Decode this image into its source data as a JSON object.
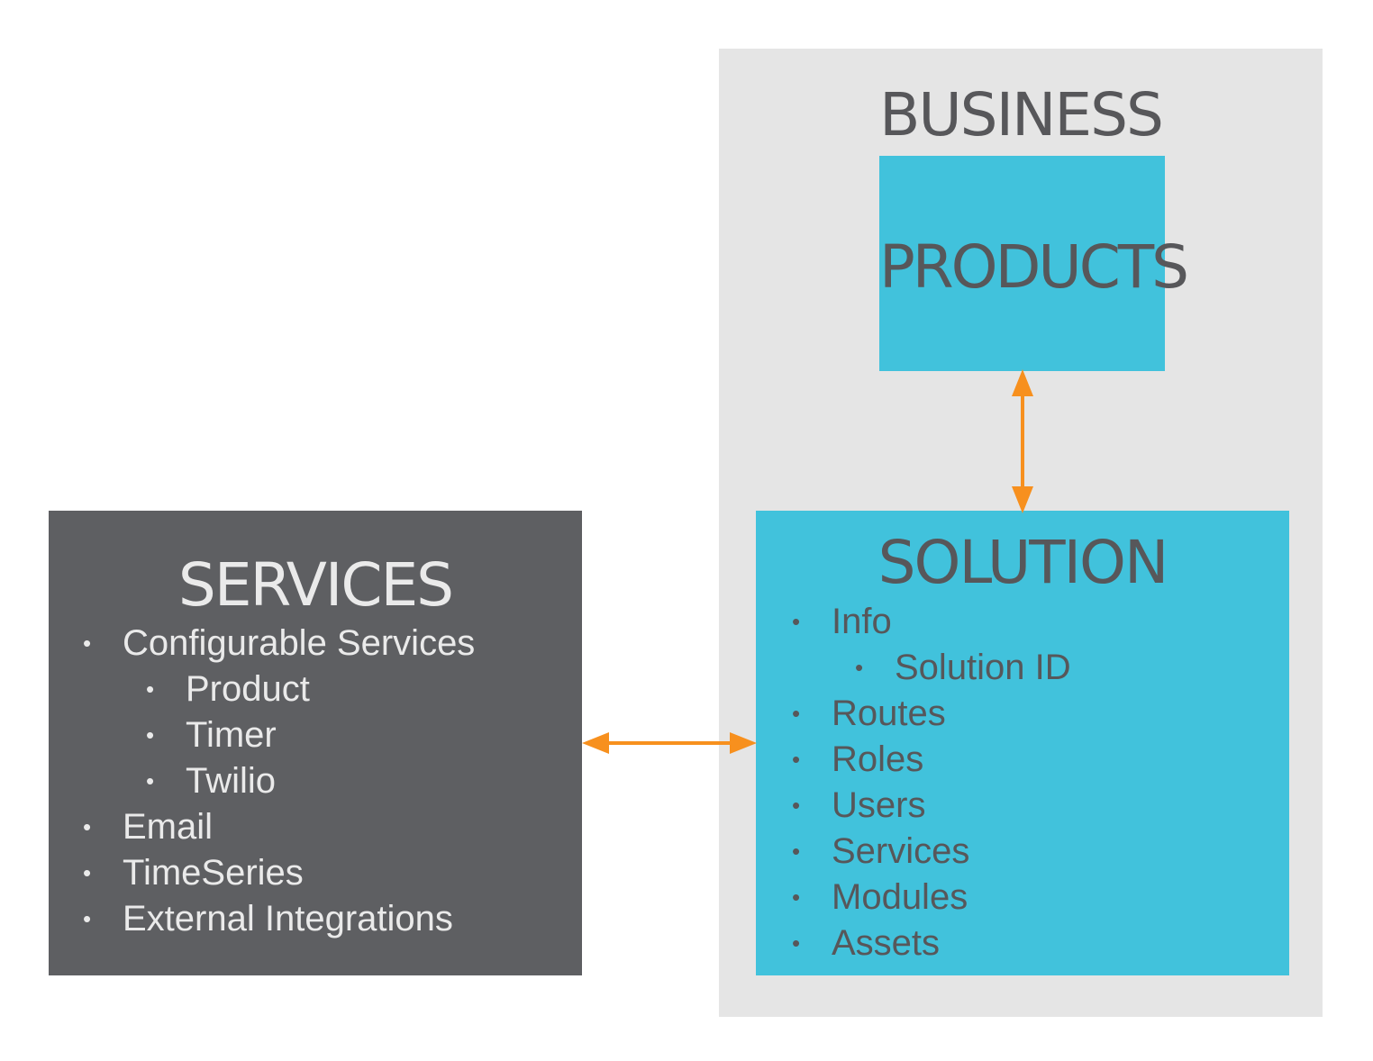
{
  "business": {
    "title": "BUSINESS"
  },
  "products": {
    "title": "PRODUCTS"
  },
  "solution": {
    "title": "SOLUTION",
    "items": [
      {
        "label": "Info",
        "level": 0
      },
      {
        "label": "Solution ID",
        "level": 1
      },
      {
        "label": "Routes",
        "level": 0
      },
      {
        "label": "Roles",
        "level": 0
      },
      {
        "label": "Users",
        "level": 0
      },
      {
        "label": "Services",
        "level": 0
      },
      {
        "label": "Modules",
        "level": 0
      },
      {
        "label": "Assets",
        "level": 0
      }
    ]
  },
  "services": {
    "title": "SERVICES",
    "items": [
      {
        "label": "Configurable Services",
        "level": 0
      },
      {
        "label": "Product",
        "level": 1
      },
      {
        "label": "Timer",
        "level": 1
      },
      {
        "label": "Twilio",
        "level": 1
      },
      {
        "label": "Email",
        "level": 0
      },
      {
        "label": "TimeSeries",
        "level": 0
      },
      {
        "label": "External Integrations",
        "level": 0
      }
    ]
  },
  "bullet_glyph": "•",
  "colors": {
    "business_bg": "#e5e5e5",
    "box_cyan": "#41c2dc",
    "services_bg": "#5e5f62",
    "dark_text": "#57575a",
    "light_text": "#eaeaea",
    "arrow": "#f7901e"
  }
}
